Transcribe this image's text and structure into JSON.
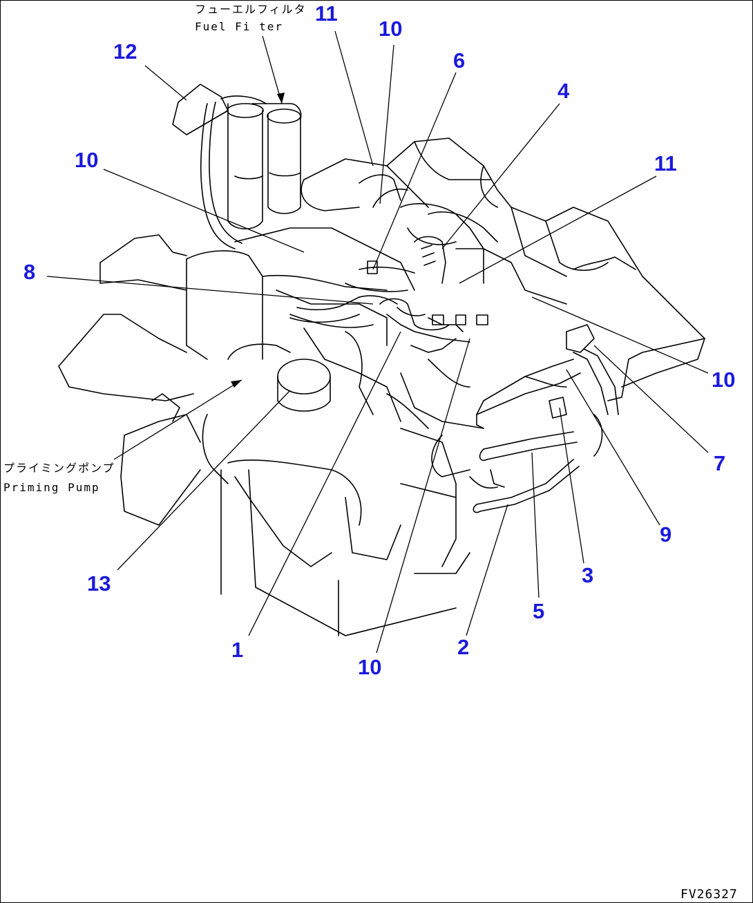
{
  "annotations": {
    "fuel_filter_jp": "フューエルフィルタ",
    "fuel_filter_en": "Fuel Fi ter",
    "priming_pump_jp": "プライミングポンプ",
    "priming_pump_en": "Priming Pump"
  },
  "callouts": [
    "11",
    "10",
    "12",
    "6",
    "4",
    "10",
    "11",
    "8",
    "10",
    "7",
    "9",
    "3",
    "5",
    "2",
    "10",
    "1",
    "13"
  ],
  "drawing_code": "FV26327",
  "colors": {
    "callout": "#1a1adc",
    "linework": "#000000",
    "background": "#ffffff"
  }
}
